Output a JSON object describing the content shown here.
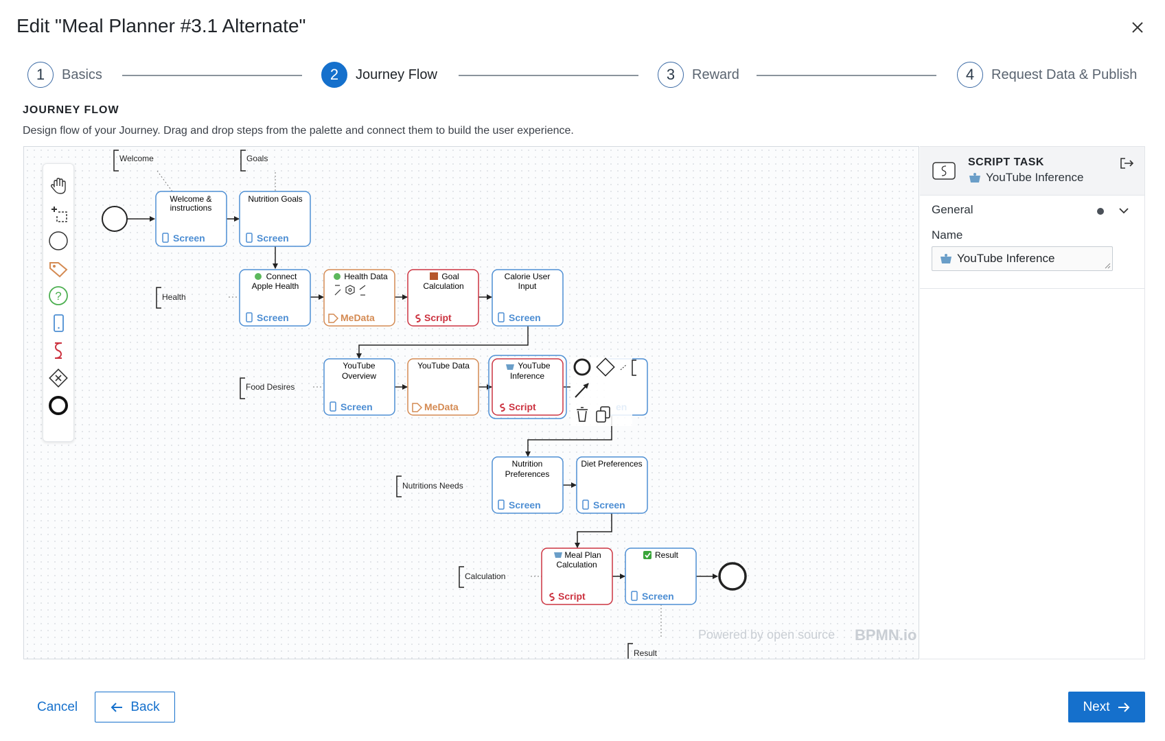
{
  "modal": {
    "title": "Edit \"Meal Planner #3.1 Alternate\""
  },
  "stepper": [
    {
      "num": "1",
      "label": "Basics"
    },
    {
      "num": "2",
      "label": "Journey Flow"
    },
    {
      "num": "3",
      "label": "Reward"
    },
    {
      "num": "4",
      "label": "Request Data & Publish"
    }
  ],
  "section": {
    "title": "JOURNEY FLOW",
    "description": "Design flow of your Journey. Drag and drop steps from the palette and connect them to build the user experience."
  },
  "palette": [
    "hand-tool-icon",
    "lasso-tool-icon",
    "start-event-icon",
    "tag-task-icon",
    "question-task-icon",
    "screen-task-icon",
    "script-task-icon",
    "gateway-icon",
    "end-event-icon"
  ],
  "diagram": {
    "annotations": {
      "welcome": "Welcome",
      "goals": "Goals",
      "health": "Health",
      "food_desires": "Food Desires",
      "nutritions_needs": "Nutritions Needs",
      "calculation": "Calculation",
      "result": "Result"
    },
    "tasks": {
      "welcome": {
        "line1": "Welcome &",
        "line2": "instructions",
        "kind": "Screen"
      },
      "nutrition_goals": {
        "line1": "Nutrition Goals",
        "kind": "Screen"
      },
      "connect_health": {
        "line1": "Connect",
        "line2": "Apple Health",
        "kind": "Screen"
      },
      "health_data": {
        "line1": "Health Data",
        "kind": "MeData"
      },
      "goal_calc": {
        "line1": "Goal",
        "line2": "Calculation",
        "kind": "Script"
      },
      "calorie_input": {
        "line1": "Calorie User",
        "line2": "Input",
        "kind": "Screen"
      },
      "yt_overview": {
        "line1": "YouTube",
        "line2": "Overview",
        "kind": "Screen"
      },
      "yt_data": {
        "line1": "YouTube Data",
        "kind": "MeData"
      },
      "yt_inference": {
        "line1": "YouTube",
        "line2": "Inference",
        "kind": "Script"
      },
      "partial": {
        "kind": "en"
      },
      "nutrition_prefs": {
        "line1": "Nutrition",
        "line2": "Preferences",
        "kind": "Screen"
      },
      "diet_prefs": {
        "line1": "Diet Preferences",
        "kind": "Screen"
      },
      "meal_plan": {
        "line1": "Meal Plan",
        "line2": "Calculation",
        "kind": "Script"
      },
      "result": {
        "line1": "Result",
        "kind": "Screen"
      }
    },
    "powered_by": "Powered by open source",
    "brand": "BPMN.io"
  },
  "colors": {
    "primary": "#1570cc",
    "screen": "#4d8ed3",
    "medata": "#d48a52",
    "script": "#cc3340"
  },
  "properties_panel": {
    "type": "SCRIPT TASK",
    "name": "YouTube Inference",
    "group": "General",
    "field_label": "Name",
    "field_value": "YouTube Inference"
  },
  "footer": {
    "cancel": "Cancel",
    "back": "Back",
    "next": "Next"
  }
}
